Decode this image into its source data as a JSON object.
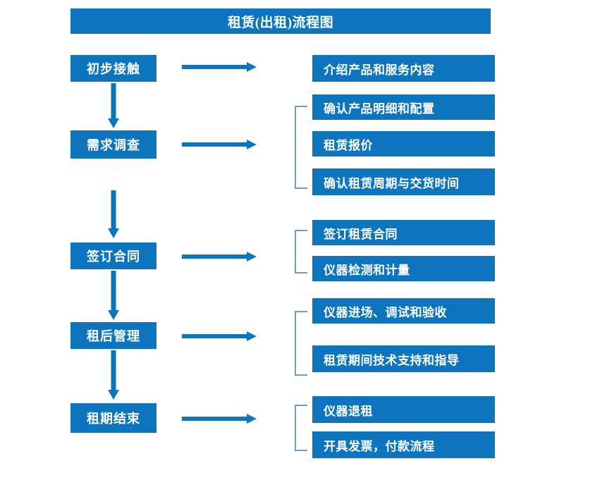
{
  "diagram": {
    "title": "租赁(出租)流程图",
    "colors": {
      "box_fill": "#0C75BE",
      "box_text": "#FFFFFF",
      "arrow": "#0C75BE",
      "bracket": "#6C9BD2",
      "background": "#FFFFFF"
    },
    "stages": [
      {
        "id": "stage-1",
        "label": "初步接触",
        "tasks": [
          {
            "id": "task-1-1",
            "label": "介绍产品和服务内容"
          }
        ],
        "bracketed": false
      },
      {
        "id": "stage-2",
        "label": "需求调查",
        "tasks": [
          {
            "id": "task-2-1",
            "label": "确认产品明细和配置"
          },
          {
            "id": "task-2-2",
            "label": "租赁报价"
          },
          {
            "id": "task-2-3",
            "label": "确认租赁周期与交货时间"
          }
        ],
        "bracketed": true
      },
      {
        "id": "stage-3",
        "label": "签订合同",
        "tasks": [
          {
            "id": "task-3-1",
            "label": "签订租赁合同"
          },
          {
            "id": "task-3-2",
            "label": "仪器检测和计量"
          }
        ],
        "bracketed": true
      },
      {
        "id": "stage-4",
        "label": "租后管理",
        "tasks": [
          {
            "id": "task-4-1",
            "label": "仪器进场、调试和验收"
          },
          {
            "id": "task-4-2",
            "label": "租赁期间技术支持和指导"
          }
        ],
        "bracketed": true
      },
      {
        "id": "stage-5",
        "label": "租期结束",
        "tasks": [
          {
            "id": "task-5-1",
            "label": "仪器退租"
          },
          {
            "id": "task-5-2",
            "label": "开具发票，付款流程"
          }
        ],
        "bracketed": true
      }
    ]
  },
  "chart_data": {
    "type": "table",
    "title": "租赁(出租)流程图",
    "categories": [
      "初步接触",
      "需求调查",
      "签订合同",
      "租后管理",
      "租期结束"
    ],
    "series": [
      {
        "name": "初步接触",
        "values": [
          "介绍产品和服务内容"
        ]
      },
      {
        "name": "需求调查",
        "values": [
          "确认产品明细和配置",
          "租赁报价",
          "确认租赁周期与交货时间"
        ]
      },
      {
        "name": "签订合同",
        "values": [
          "签订租赁合同",
          "仪器检测和计量"
        ]
      },
      {
        "name": "租后管理",
        "values": [
          "仪器进场、调试和验收",
          "租赁期间技术支持和指导"
        ]
      },
      {
        "name": "租期结束",
        "values": [
          "仪器退租",
          "开具发票，付款流程"
        ]
      }
    ]
  }
}
